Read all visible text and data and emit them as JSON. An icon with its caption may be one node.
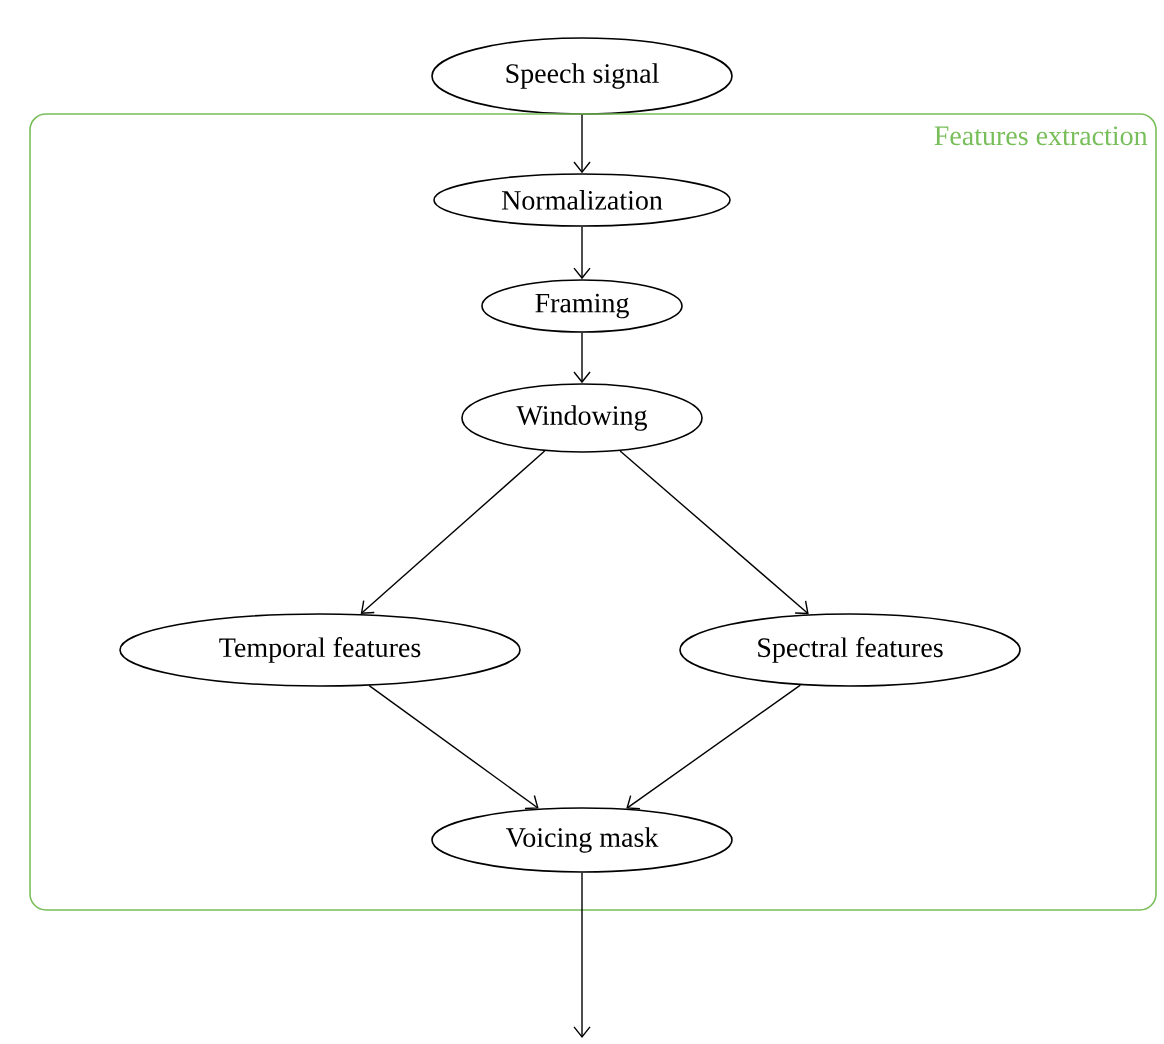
{
  "diagram": {
    "nodes": [
      {
        "text": [
          "Speech signal"
        ]
      },
      {
        "text": [
          "Features extraction"
        ]
      },
      {
        "text": [
          "Normalization"
        ],
        "in": 1
      },
      {
        "text": [
          "Framing"
        ],
        "in": 1
      },
      {
        "text": [
          "Windowing"
        ],
        "in": 1
      },
      {
        "text": [
          "Temporal features"
        ],
        "in": 1
      },
      {
        "text": [
          "Spectral features"
        ],
        "in": 1
      },
      {
        "text": [
          "Voicing mask"
        ],
        "in": 1
      }
    ],
    "edges": [
      {
        "from": 0,
        "to": 2,
        "arrow": "to"
      },
      {
        "from": 2,
        "to": 3,
        "arrow": "to"
      },
      {
        "from": 3,
        "to": 4,
        "arrow": "to"
      },
      {
        "from": 4,
        "to": 5,
        "arrow": "to"
      },
      {
        "from": 4,
        "to": 6,
        "arrow": "to"
      },
      {
        "from": 5,
        "to": 7,
        "arrow": "to"
      },
      {
        "from": 6,
        "to": 7,
        "arrow": "to"
      },
      {
        "from": 7,
        "to": null,
        "arrow": "to"
      }
    ]
  }
}
